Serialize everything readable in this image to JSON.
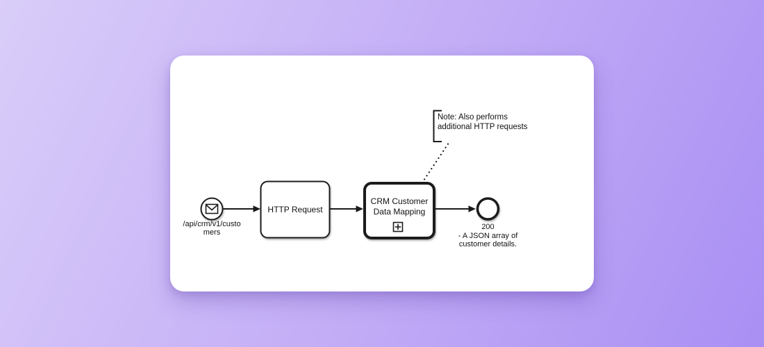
{
  "colors": {
    "background_light": "#d9cdf9",
    "background_mid": "#c3adf6",
    "background_dark": "#a98ff3",
    "card": "#ffffff",
    "stroke": "#1b1b1b",
    "text": "#111111"
  },
  "diagram": {
    "type": "bpmn-process",
    "start_event": {
      "kind": "message-start-event",
      "icon": "envelope-icon",
      "label": "/api/crm/v1/custo\nmers"
    },
    "task": {
      "kind": "task",
      "label": "HTTP Request"
    },
    "subprocess": {
      "kind": "collapsed-subprocess",
      "marker": "plus-expand-icon",
      "label": "CRM Customer\nData Mapping"
    },
    "end_event": {
      "kind": "end-event",
      "label": "200\n- A JSON array of\ncustomer details."
    },
    "annotation": {
      "kind": "text-annotation",
      "label": "Note: Also performs\nadditional HTTP requests"
    }
  }
}
